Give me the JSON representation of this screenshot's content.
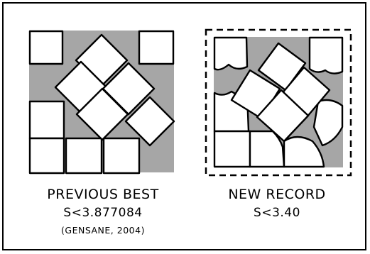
{
  "colors": {
    "fill": "#a6a6a6",
    "square": "#ffffff",
    "ink": "#000000"
  },
  "previous": {
    "title": "PREVIOUS BEST",
    "bound": "S<3.877084",
    "credit": "(GENSANE, 2004)"
  },
  "record": {
    "title": "NEW RECORD",
    "bound": "S<3.40"
  }
}
